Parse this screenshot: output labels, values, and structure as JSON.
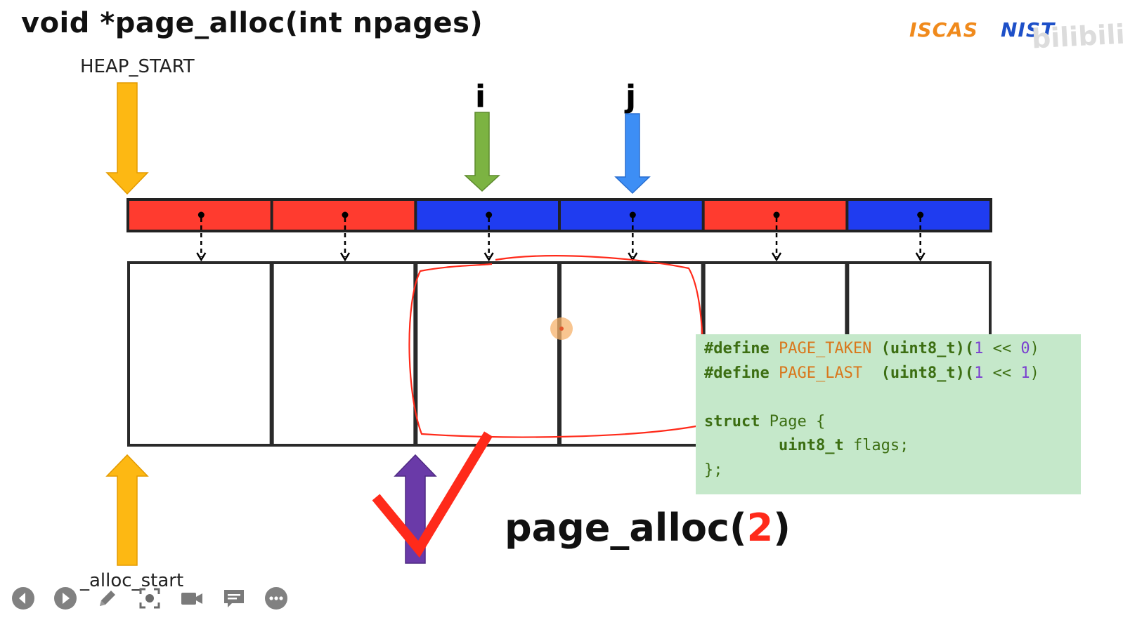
{
  "slide": {
    "title": "void *page_alloc(int npages)",
    "heap_start_label": "HEAP_START",
    "alloc_start_label": "_alloc_start",
    "pointer_i_label": "i",
    "pointer_j_label": "j",
    "call": {
      "prefix": "page_alloc(",
      "arg": "2",
      "suffix": ")"
    }
  },
  "logos": {
    "left_text": "ISCAS",
    "right_text": "NIST",
    "watermark_text": "bilibili"
  },
  "descriptors": {
    "states": [
      "taken",
      "taken",
      "free",
      "free",
      "taken",
      "free"
    ]
  },
  "colors": {
    "taken": "#ff3b2f",
    "free": "#1f3cf0",
    "heap_arrow": "#fdb813",
    "i_arrow": "#7cb342",
    "j_arrow": "#3d8ef5",
    "alloc_arrow": "#6a3aa8",
    "annotation_red": "#ff2a1a",
    "code_bg": "#c5e8ca"
  },
  "code": {
    "line1": {
      "kw": "#define",
      "name": "PAGE_TAKEN",
      "cast": "(uint8_t)(",
      "n1": "1",
      "op": " << ",
      "n2": "0",
      "close": ")"
    },
    "line2": {
      "kw": "#define",
      "name": "PAGE_LAST",
      "cast": "(uint8_t)(",
      "n1": "1",
      "op": " << ",
      "n2": "1",
      "close": ")"
    },
    "line3": {
      "kw": "struct",
      "name": "Page",
      "brace": "{"
    },
    "line4": {
      "type": "uint8_t",
      "field": "flags;"
    },
    "line5": {
      "close": "};"
    }
  },
  "toolbar": {
    "buttons": [
      {
        "name": "prev-slide-button",
        "icon": "chevron-left-icon"
      },
      {
        "name": "next-slide-button",
        "icon": "chevron-right-icon"
      },
      {
        "name": "pen-tool-button",
        "icon": "pencil-icon"
      },
      {
        "name": "zoom-button",
        "icon": "focus-icon"
      },
      {
        "name": "camera-button",
        "icon": "video-camera-icon"
      },
      {
        "name": "subtitles-button",
        "icon": "subtitles-icon"
      },
      {
        "name": "more-options-button",
        "icon": "ellipsis-icon"
      }
    ]
  }
}
